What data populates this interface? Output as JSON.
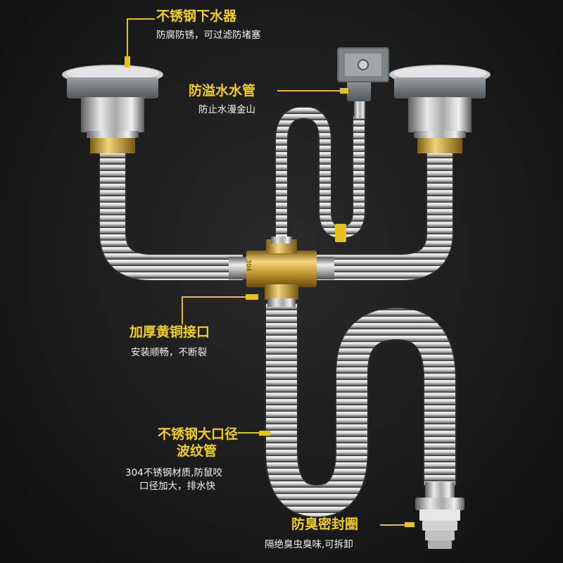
{
  "callouts": {
    "drain": {
      "title": "不锈钢下水器",
      "desc": "防腐防锈，可过滤防堵塞"
    },
    "overflow": {
      "title": "防溢水水管",
      "desc": "防止水漫金山"
    },
    "brass": {
      "title": "加厚黄铜接口",
      "desc": "安装顺畅，不断裂"
    },
    "pipe": {
      "title_line1": "不锈钢大口径",
      "title_line2": "波纹管",
      "desc_line1": "304不锈钢材质,防鼠咬",
      "desc_line2": "口径加大，排水快"
    },
    "seal": {
      "title": "防臭密封圈",
      "desc": "隔绝臭虫臭味,可拆卸"
    }
  },
  "product_marks": {
    "fitting_stamp": "304"
  },
  "colors": {
    "accent": "#f3cf1d",
    "background": "#1b1b1b",
    "text": "#ffffff"
  }
}
